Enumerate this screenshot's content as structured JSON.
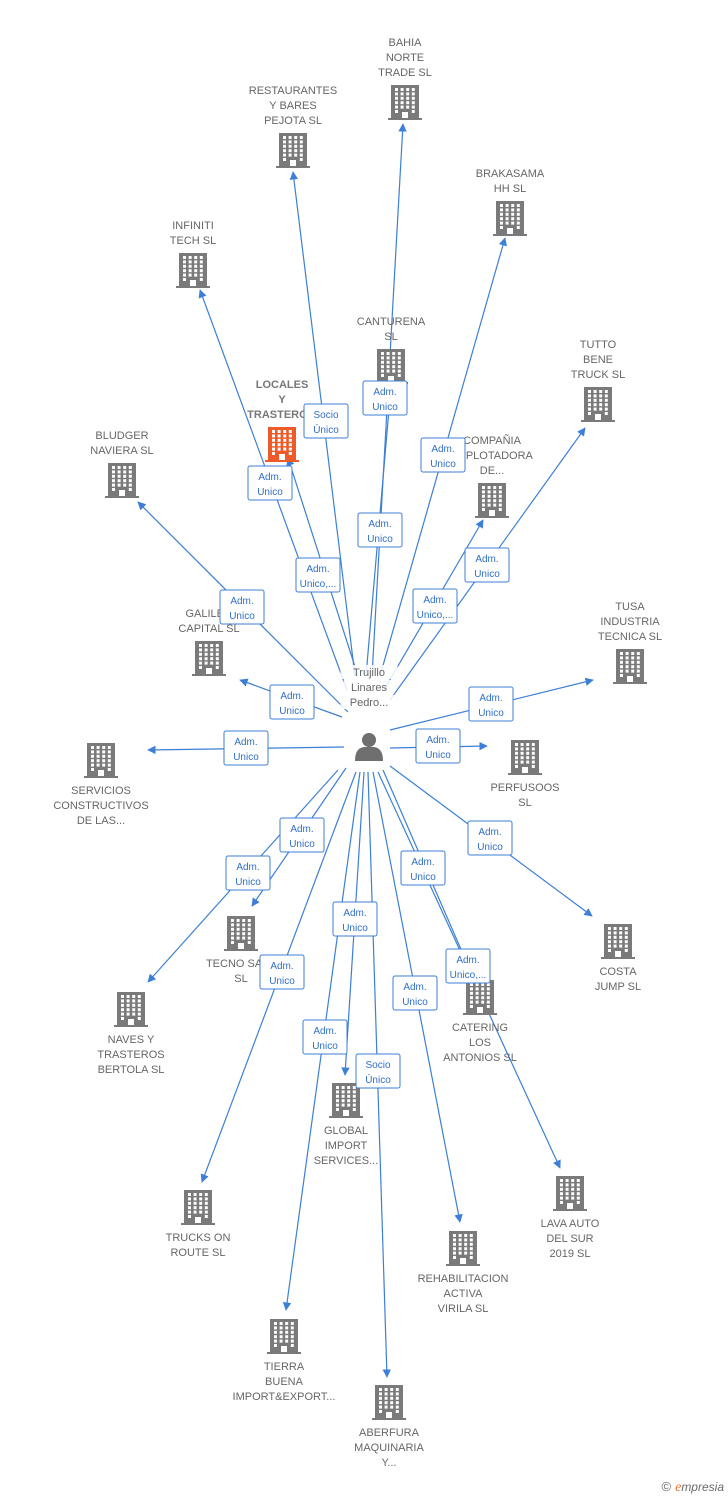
{
  "colors": {
    "edge": "#3d7fd6",
    "company": "#7a7a7a",
    "company_highlight": "#ee5a2a",
    "person": "#6f6f6f",
    "label": "#666666"
  },
  "center": {
    "label_lines": [
      "Trujillo",
      "Linares",
      "Pedro..."
    ],
    "icon": "person-icon"
  },
  "companies": [
    {
      "id": "bahia",
      "lines": [
        "BAHIA",
        "NORTE",
        "TRADE  SL"
      ]
    },
    {
      "id": "restaurantes",
      "lines": [
        "RESTAURANTES",
        "Y BARES",
        "PEJOTA  SL"
      ]
    },
    {
      "id": "brakasama",
      "lines": [
        "BRAKASAMA",
        "HH  SL"
      ]
    },
    {
      "id": "infiniti",
      "lines": [
        "INFINITI",
        "TECH  SL"
      ]
    },
    {
      "id": "canturena",
      "lines": [
        "CANTURENA",
        "SL"
      ]
    },
    {
      "id": "tutto",
      "lines": [
        "TUTTO",
        "BENE",
        "TRUCK  SL"
      ]
    },
    {
      "id": "locales",
      "lines": [
        "LOCALES",
        "Y",
        "TRASTERO..."
      ],
      "highlight": true
    },
    {
      "id": "compania",
      "lines": [
        "COMPAÑIA",
        "EXPLOTADORA",
        "DE..."
      ]
    },
    {
      "id": "bludger",
      "lines": [
        "BLUDGER",
        "NAVIERA  SL"
      ]
    },
    {
      "id": "galileo",
      "lines": [
        "GALILEO",
        "CAPITAL  SL"
      ]
    },
    {
      "id": "tusa",
      "lines": [
        "TUSA",
        "INDUSTRIA",
        "TECNICA  SL"
      ]
    },
    {
      "id": "servicios",
      "lines": [
        "SERVICIOS",
        "CONSTRUCTIVOS",
        "DE LAS..."
      ]
    },
    {
      "id": "perfusoos",
      "lines": [
        "PERFUSOOS",
        "SL"
      ]
    },
    {
      "id": "tecno",
      "lines": [
        "TECNO SAT...",
        "SL"
      ]
    },
    {
      "id": "costa",
      "lines": [
        "COSTA",
        "JUMP  SL"
      ]
    },
    {
      "id": "naves",
      "lines": [
        "NAVES Y",
        "TRASTEROS",
        "BERTOLA  SL"
      ]
    },
    {
      "id": "catering",
      "lines": [
        "CATERING",
        "LOS",
        "ANTONIOS  SL"
      ]
    },
    {
      "id": "global",
      "lines": [
        "GLOBAL",
        "IMPORT",
        "SERVICES..."
      ]
    },
    {
      "id": "lava",
      "lines": [
        "LAVA AUTO",
        "DEL SUR",
        "2019  SL"
      ]
    },
    {
      "id": "trucks",
      "lines": [
        "TRUCKS ON",
        "ROUTE  SL"
      ]
    },
    {
      "id": "rehabilitacion",
      "lines": [
        "REHABILITACION",
        "ACTIVA",
        "VIRILA  SL"
      ]
    },
    {
      "id": "tierra",
      "lines": [
        "TIERRA",
        "BUENA",
        "IMPORT&EXPORT..."
      ]
    },
    {
      "id": "aberfura",
      "lines": [
        "ABERFURA",
        "MAQUINARIA",
        "Y..."
      ]
    }
  ],
  "relations": [
    {
      "target": "bahia",
      "lines": [
        "Adm.",
        "Unico"
      ]
    },
    {
      "target": "restaurantes",
      "lines": [
        "Adm.",
        "Unico,..."
      ]
    },
    {
      "target": "brakasama",
      "lines": [
        "Adm.",
        "Unico"
      ]
    },
    {
      "target": "infiniti",
      "lines": [
        "Adm.",
        "Unico"
      ]
    },
    {
      "target": "canturena",
      "lines": [
        "Adm.",
        "Unico"
      ]
    },
    {
      "target": "tutto",
      "lines": [
        "Adm.",
        "Unico,..."
      ]
    },
    {
      "target": "locales",
      "lines": [
        "Socio",
        "Único"
      ]
    },
    {
      "target": "compania",
      "lines": [
        "Adm.",
        "Unico"
      ]
    },
    {
      "target": "bludger",
      "lines": [
        "Adm.",
        "Unico"
      ]
    },
    {
      "target": "galileo",
      "lines": [
        "Adm.",
        "Unico"
      ]
    },
    {
      "target": "tusa",
      "lines": [
        "Adm.",
        "Unico"
      ]
    },
    {
      "target": "servicios",
      "lines": [
        "Adm.",
        "Unico"
      ]
    },
    {
      "target": "perfusoos",
      "lines": [
        "Adm.",
        "Unico"
      ]
    },
    {
      "target": "tecno",
      "lines": [
        "Adm.",
        "Unico"
      ]
    },
    {
      "target": "costa",
      "lines": [
        "Adm.",
        "Unico"
      ]
    },
    {
      "target": "naves",
      "lines": [
        "Adm.",
        "Unico"
      ]
    },
    {
      "target": "catering",
      "lines": [
        "Adm.",
        "Unico,..."
      ]
    },
    {
      "target": "global",
      "lines": [
        "Adm.",
        "Unico"
      ]
    },
    {
      "target": "lava",
      "lines": [
        "Adm.",
        "Unico"
      ]
    },
    {
      "target": "trucks",
      "lines": [
        "Adm.",
        "Unico"
      ]
    },
    {
      "target": "rehabilitacion",
      "lines": [
        "Adm.",
        "Unico"
      ]
    },
    {
      "target": "tierra",
      "lines": [
        "Adm.",
        "Unico"
      ]
    },
    {
      "target": "aberfura",
      "lines": [
        "Socio",
        "Único"
      ]
    }
  ],
  "footer": {
    "copyright": "©",
    "brand_initial": "e",
    "brand_rest": "mpresia"
  }
}
